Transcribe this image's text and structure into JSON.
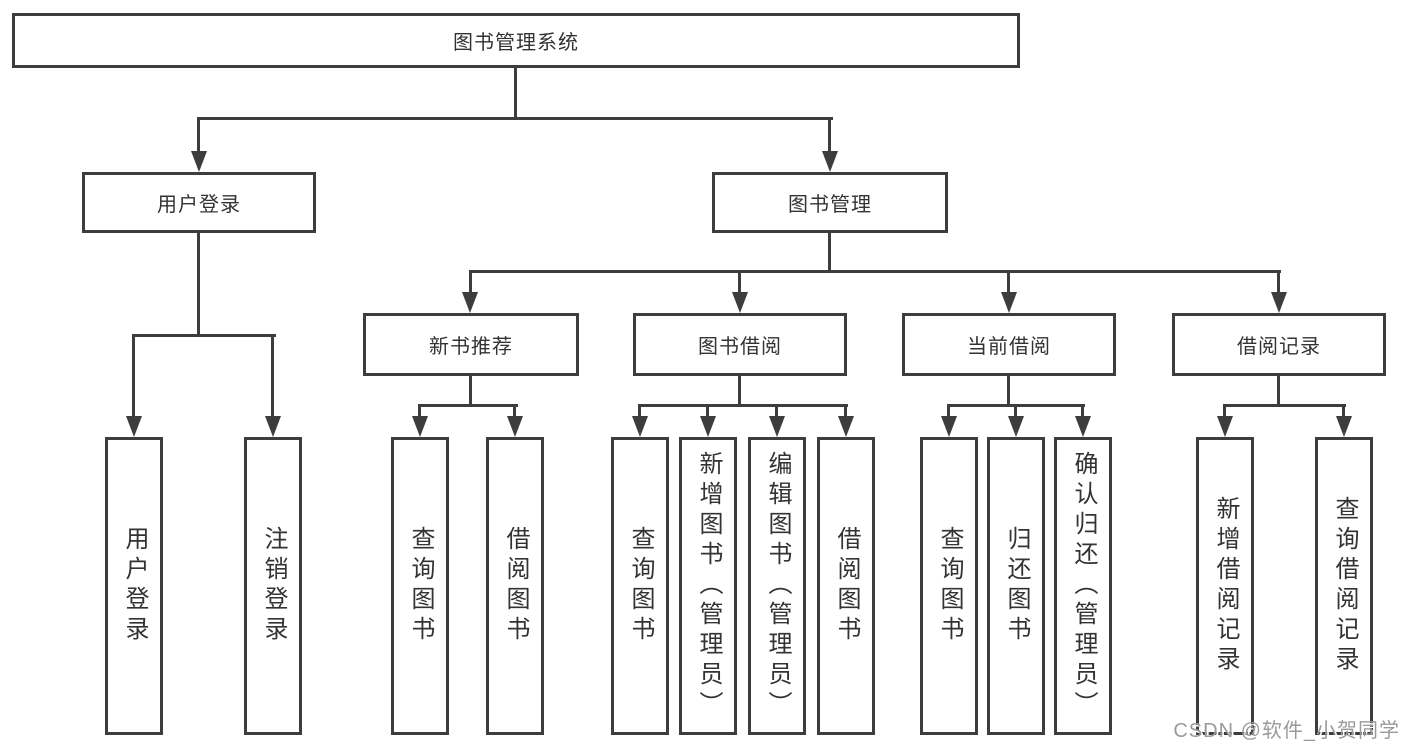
{
  "diagram": {
    "root": {
      "label": "图书管理系统"
    },
    "branches": [
      {
        "label": "用户登录",
        "children": [
          {
            "label": "用户登录"
          },
          {
            "label": "注销登录"
          }
        ]
      },
      {
        "label": "图书管理",
        "children": [
          {
            "label": "新书推荐",
            "children": [
              {
                "label": "查询图书"
              },
              {
                "label": "借阅图书"
              }
            ]
          },
          {
            "label": "图书借阅",
            "children": [
              {
                "label": "查询图书"
              },
              {
                "label": "新增图书（管理员）"
              },
              {
                "label": "编辑图书（管理员）"
              },
              {
                "label": "借阅图书"
              }
            ]
          },
          {
            "label": "当前借阅",
            "children": [
              {
                "label": "查询图书"
              },
              {
                "label": "归还图书"
              },
              {
                "label": "确认归还（管理员）"
              }
            ]
          },
          {
            "label": "借阅记录",
            "children": [
              {
                "label": "新增借阅记录"
              },
              {
                "label": "查询借阅记录"
              }
            ]
          }
        ]
      }
    ]
  },
  "watermark": {
    "text": "CSDN @软件_小贺同学"
  },
  "colors": {
    "line": "#3d3d3d",
    "text": "#333333",
    "background": "#ffffff",
    "watermark": "#9a9a9a"
  }
}
